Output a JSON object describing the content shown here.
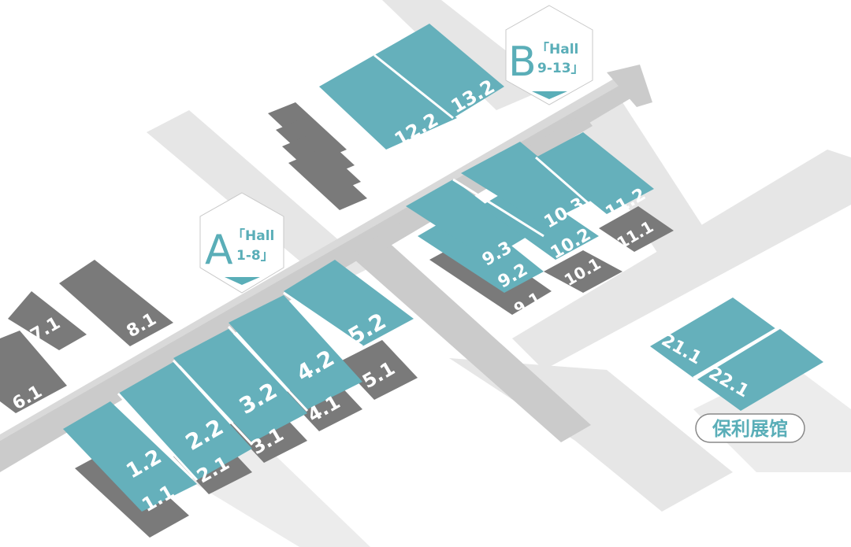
{
  "colors": {
    "teal": "#65b0bb",
    "gray": "#7a7a7a",
    "road": "#e6e6e6",
    "walkway": "#c9c9c9",
    "accent": "#5aaeb8"
  },
  "signs": {
    "a": {
      "letter": "A",
      "line1": "「Hall",
      "line2": "1-8」"
    },
    "b": {
      "letter": "B",
      "line1": "「Hall",
      "line2": "9-13」"
    }
  },
  "poly": {
    "label": "保利展馆"
  },
  "halls": {
    "h1_1": "1.1",
    "h1_2": "1.2",
    "h2_1": "2.1",
    "h2_2": "2.2",
    "h3_1": "3.1",
    "h3_2": "3.2",
    "h4_1": "4.1",
    "h4_2": "4.2",
    "h5_1": "5.1",
    "h5_2": "5.2",
    "h6_1": "6.1",
    "h7_1": "7.1",
    "h8_1": "8.1",
    "h9_1": "9.1",
    "h9_2": "9.2",
    "h9_3": "9.3",
    "h10_1": "10.1",
    "h10_2": "10.2",
    "h10_3": "10.3",
    "h11_1": "11.1",
    "h11_2": "11.2",
    "h12_2": "12.2",
    "h13_2": "13.2",
    "h21_1": "21.1",
    "h22_1": "22.1"
  }
}
